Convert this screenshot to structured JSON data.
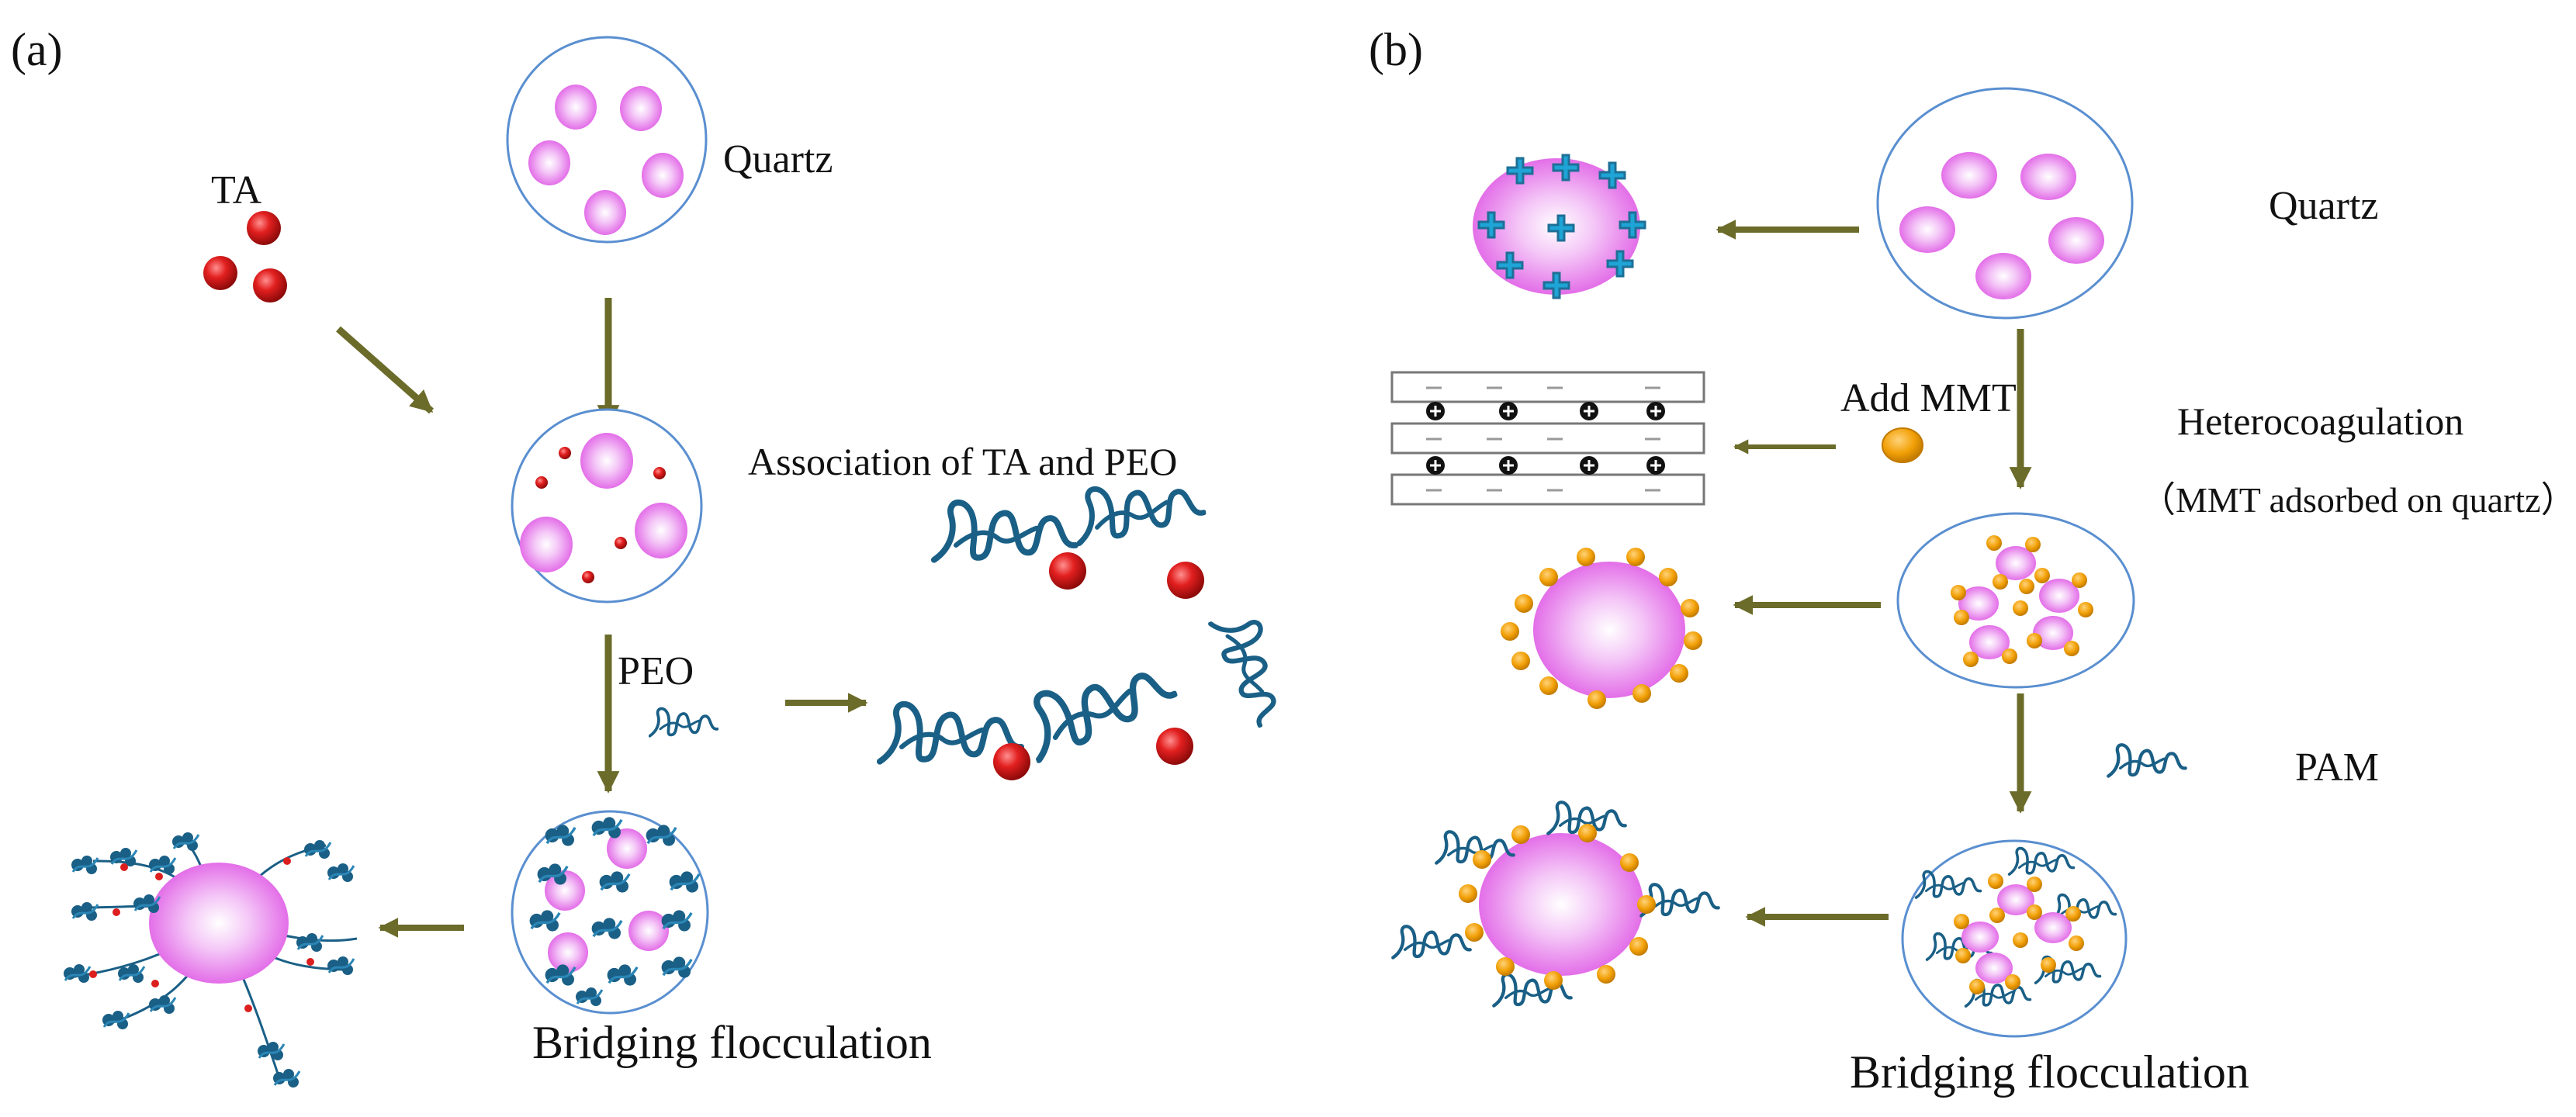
{
  "panel_a": {
    "label": "(a)",
    "quartz": "Quartz",
    "ta": "TA",
    "association": "Association of TA and PEO",
    "peo": "PEO",
    "bridging": "Bridging flocculation"
  },
  "panel_b": {
    "label": "(b)",
    "quartz": "Quartz",
    "add_mmt": "Add MMT",
    "heterocoagulation": "Heterocoagulation",
    "mmt_adsorbed": "（MMT adsorbed on quartz）",
    "pam": "PAM",
    "bridging": "Bridging flocculation"
  },
  "colors": {
    "arrow": "#6b6b2a",
    "circle_outline": "#5a8fd0",
    "particle_pink": "#e36ee8",
    "ta_red": "#dd1e1e",
    "mmt_orange": "#f2a007",
    "polymer_blue": "#1a5f86",
    "plus_cyan": "#1ea4d6"
  }
}
